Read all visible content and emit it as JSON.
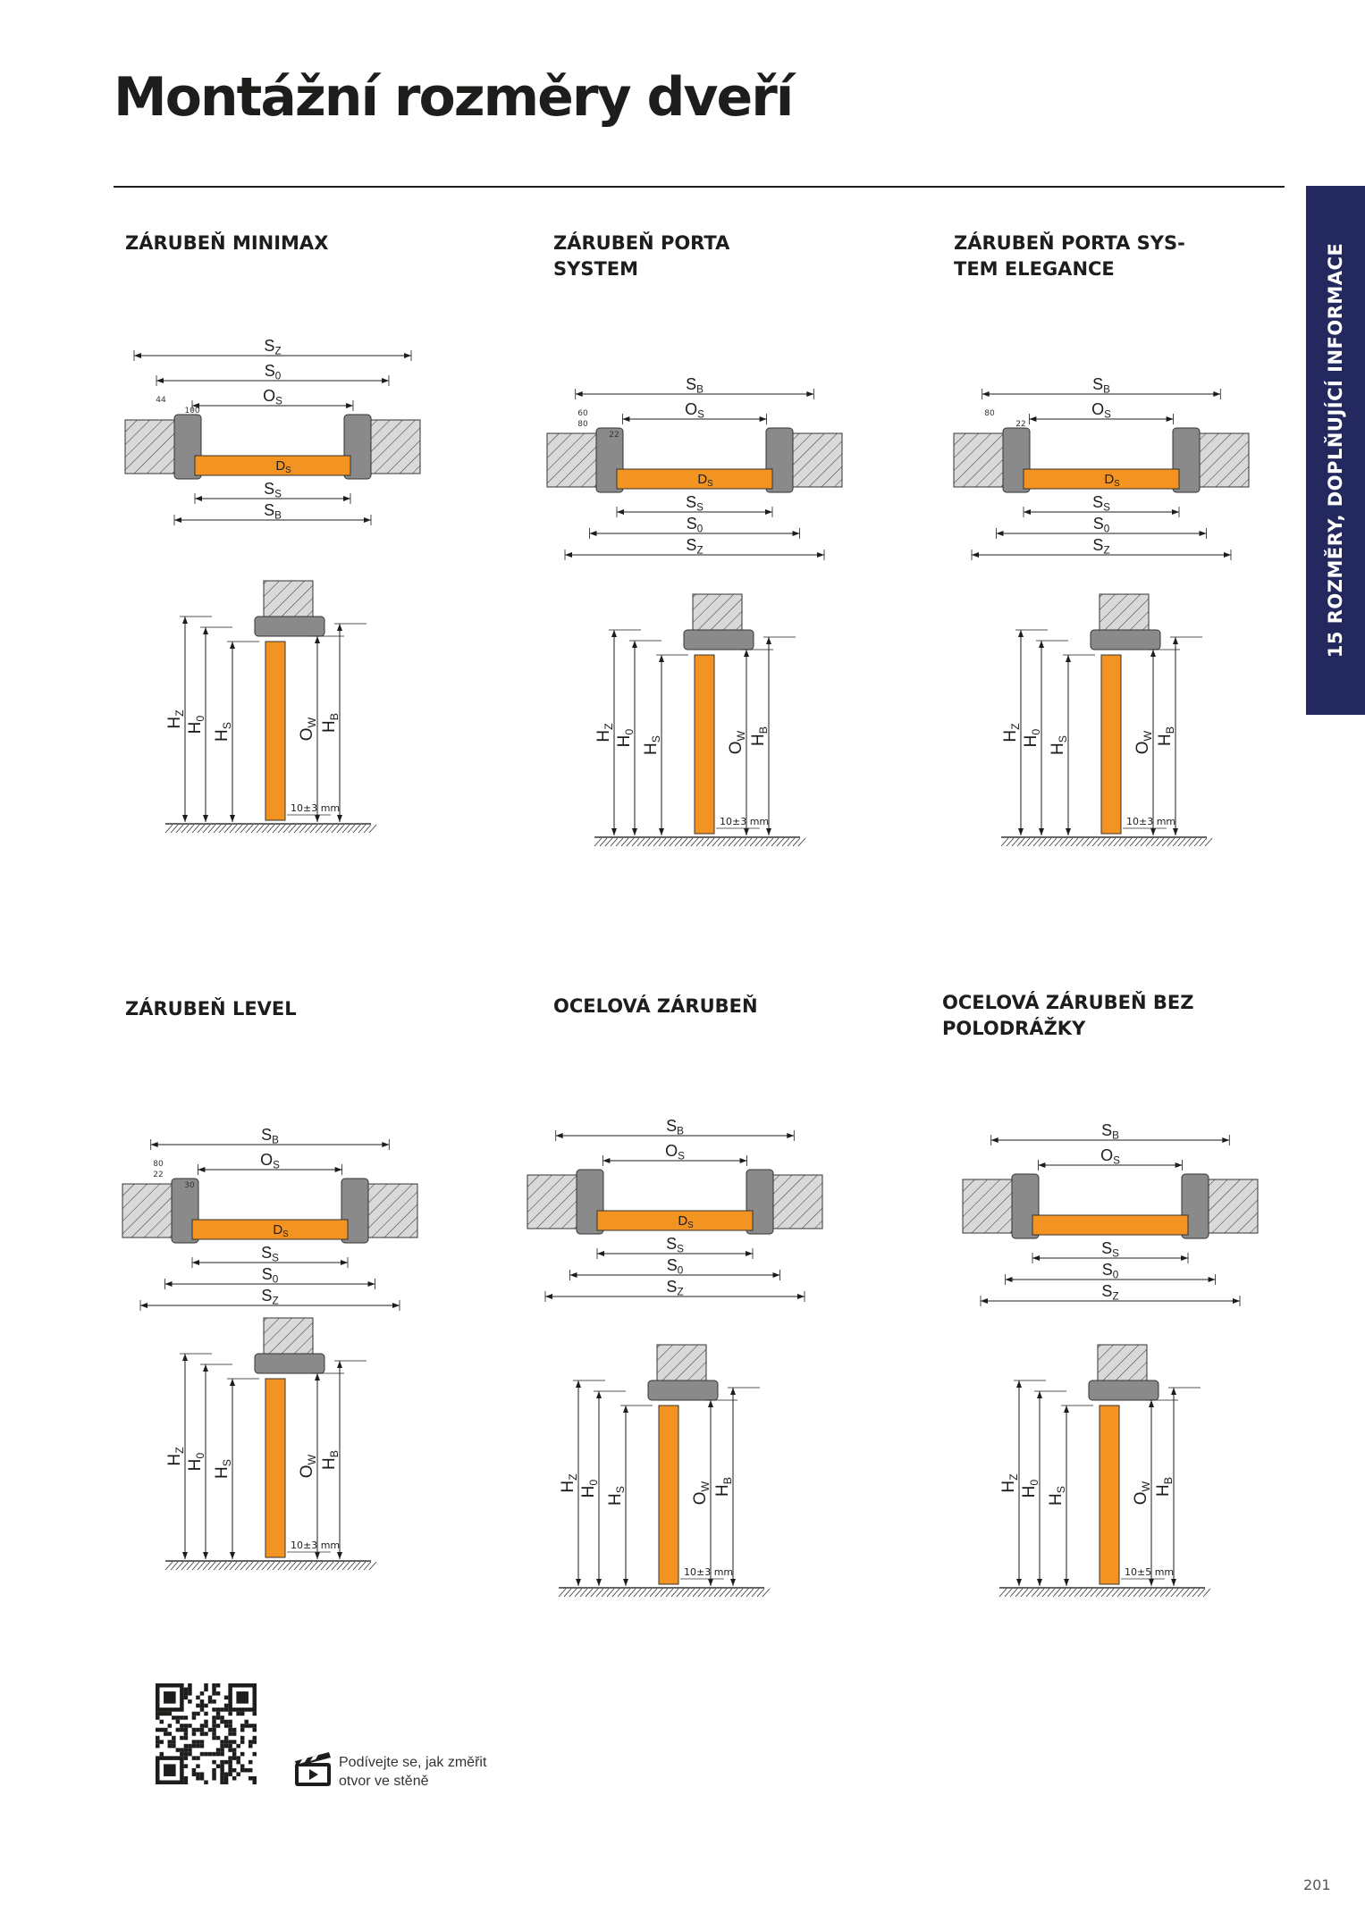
{
  "page": {
    "title": "Montážní rozměry dveří",
    "side_tab": "15 ROZMĚRY, DOPLŇUJÍCÍ INFORMACE",
    "page_number": "201",
    "video_text_line1": "Podívejte se, jak změřit",
    "video_text_line2": "otvor ve stěně"
  },
  "colors": {
    "accent_orange": "#f39322",
    "frame_gray": "#8a8a8a",
    "tab_navy": "#23285e",
    "wall_gray": "#d9d9d9"
  },
  "panels": [
    {
      "heading": [
        "ZÁRUBEŇ MINIMAX"
      ],
      "plan_top": [
        "SZ",
        "S0",
        "OS"
      ],
      "plan_bottom": [
        "SS",
        "SB"
      ],
      "leaf": "DS",
      "small": [
        "44",
        "100"
      ],
      "elev": [
        "HZ",
        "H0",
        "HS",
        "OW",
        "HB"
      ],
      "tolerance": "10±3 mm"
    },
    {
      "heading": [
        "ZÁRUBEŇ PORTA",
        "SYSTEM"
      ],
      "plan_top": [
        "SB",
        "OS"
      ],
      "plan_bottom": [
        "SS",
        "S0",
        "SZ"
      ],
      "leaf": "DS",
      "small": [
        "60",
        "80",
        "22"
      ],
      "elev": [
        "HZ",
        "H0",
        "HS",
        "OW",
        "HB"
      ],
      "tolerance": "10±3 mm"
    },
    {
      "heading": [
        "ZÁRUBEŇ PORTA SYS-",
        "TEM ELEGANCE"
      ],
      "plan_top": [
        "SB",
        "OS"
      ],
      "plan_bottom": [
        "SS",
        "S0",
        "SZ"
      ],
      "leaf": "DS",
      "small": [
        "80",
        "22"
      ],
      "elev": [
        "HZ",
        "H0",
        "HS",
        "OW",
        "HB"
      ],
      "tolerance": "10±3 mm"
    },
    {
      "heading": [
        "ZÁRUBEŇ LEVEL"
      ],
      "plan_top": [
        "SB",
        "OS"
      ],
      "plan_bottom": [
        "SS",
        "S0",
        "SZ"
      ],
      "leaf": "DS",
      "small": [
        "80",
        "22",
        "30"
      ],
      "elev": [
        "HZ",
        "H0",
        "HS",
        "OW",
        "HB"
      ],
      "tolerance": "10±3 mm"
    },
    {
      "heading": [
        "OCELOVÁ ZÁRUBEŇ"
      ],
      "plan_top": [
        "SB",
        "OS"
      ],
      "plan_bottom": [
        "SS",
        "S0",
        "SZ"
      ],
      "leaf": "DS",
      "small": [],
      "elev": [
        "HZ",
        "H0",
        "HS",
        "OW",
        "HB"
      ],
      "tolerance": "10±3 mm"
    },
    {
      "heading": [
        "OCELOVÁ ZÁRUBEŇ BEZ",
        "POLODRÁŽKY"
      ],
      "plan_top": [
        "SB",
        "OS"
      ],
      "plan_bottom": [
        "SS",
        "S0",
        "SZ"
      ],
      "leaf": "",
      "small": [],
      "elev": [
        "HZ",
        "H0",
        "HS",
        "OW",
        "HB"
      ],
      "tolerance": "10±5 mm"
    }
  ]
}
